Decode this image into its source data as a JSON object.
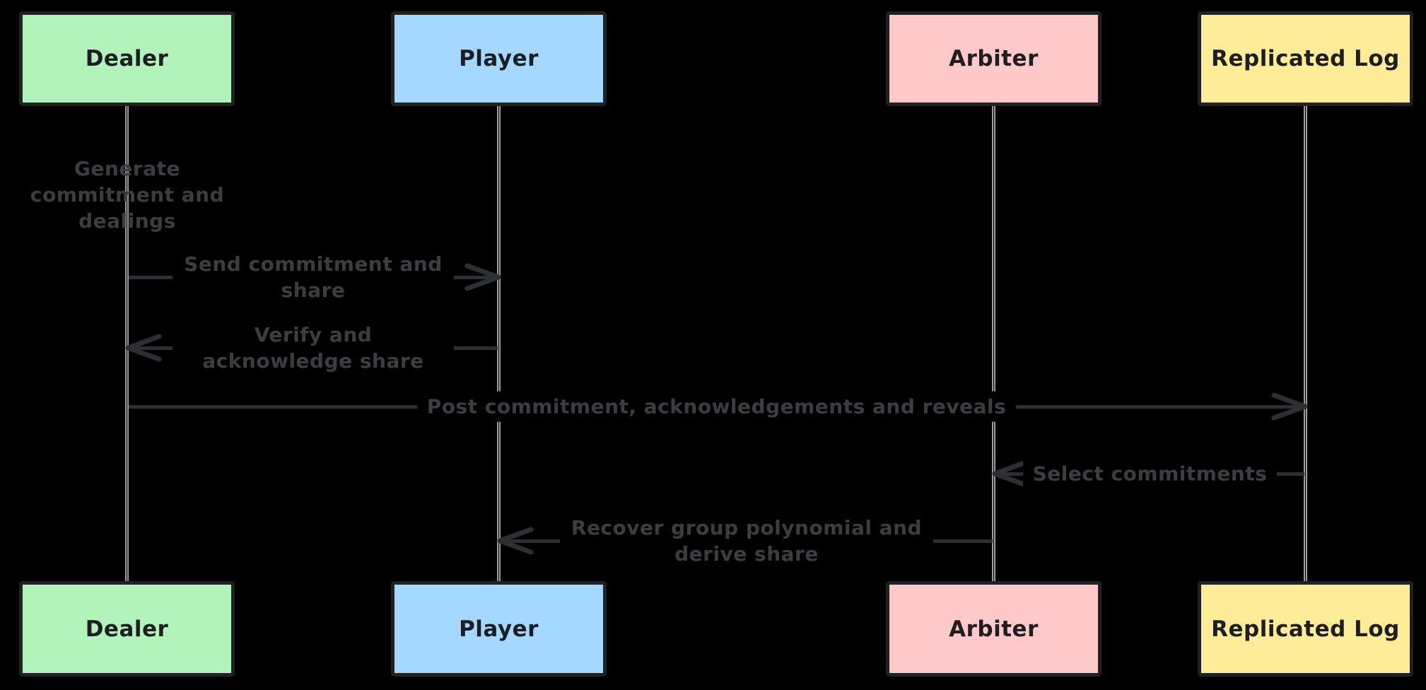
{
  "diagram": {
    "type": "sequence-diagram",
    "background": "#000000",
    "colors": {
      "actor_border": "#1f2123",
      "actor_text": "#1c1e20",
      "lifeline": "#9c9c9c",
      "arrow": "#2c3033",
      "message_text": "#3b3e41",
      "label_background": "#000000"
    },
    "actors": [
      {
        "id": "dealer",
        "label": "Dealer",
        "fill": "#b2f2bb"
      },
      {
        "id": "player",
        "label": "Player",
        "fill": "#a5d8ff"
      },
      {
        "id": "arbiter",
        "label": "Arbiter",
        "fill": "#ffc9c9"
      },
      {
        "id": "replicated-log",
        "label": "Replicated Log",
        "fill": "#ffec99"
      }
    ],
    "messages": [
      {
        "kind": "note",
        "from": "dealer",
        "to": "dealer",
        "text": "Generate commitment and dealings"
      },
      {
        "kind": "message",
        "from": "dealer",
        "to": "player",
        "text": "Send commitment and share"
      },
      {
        "kind": "message",
        "from": "player",
        "to": "dealer",
        "text": "Verify and acknowledge share"
      },
      {
        "kind": "message",
        "from": "dealer",
        "to": "replicated-log",
        "text": "Post commitment, acknowledgements and reveals"
      },
      {
        "kind": "message",
        "from": "replicated-log",
        "to": "arbiter",
        "text": "Select commitments"
      },
      {
        "kind": "message",
        "from": "arbiter",
        "to": "player",
        "text": "Recover group polynomial and derive share"
      }
    ]
  }
}
